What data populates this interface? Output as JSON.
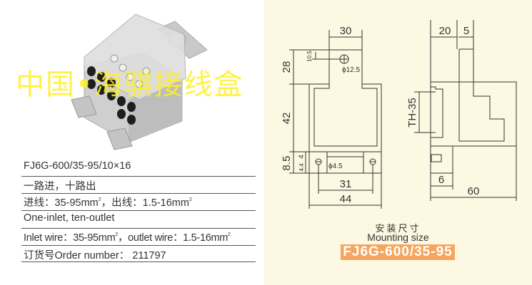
{
  "watermark": "中国•海骐接线盒",
  "spec_rows": [
    {
      "text": "FJ6G-600/35-95/10×16"
    },
    {
      "text": "一路进，十路出"
    },
    {
      "prefix": "进线：35-95mm",
      "mid": "，出线：1.5-16mm"
    },
    {
      "text": "One-inlet, ten-outlet"
    },
    {
      "prefix": "Inlet wire：35-95mm",
      "mid": "，outlet wire：1.5-16mm"
    },
    {
      "text": "订货号Order number：  211797"
    }
  ],
  "superscript": "2",
  "drawing": {
    "front": {
      "width_top": "30",
      "hole_offset": "10.5",
      "hole_dia": "ϕ12.5",
      "h_top": "28",
      "h_body": "42",
      "h_foot": "8.5",
      "foot_a": "4",
      "foot_b": "4.4",
      "foot_hole": "ϕ4.5",
      "hole_spacing": "31",
      "width": "44"
    },
    "side": {
      "w1": "20",
      "w2": "5",
      "rail": "TH-35",
      "screw": "6",
      "depth": "60"
    }
  },
  "caption_cn": "安装尺寸",
  "caption_en": "Mounting size",
  "model_label": "FJ6G-600/35-95"
}
